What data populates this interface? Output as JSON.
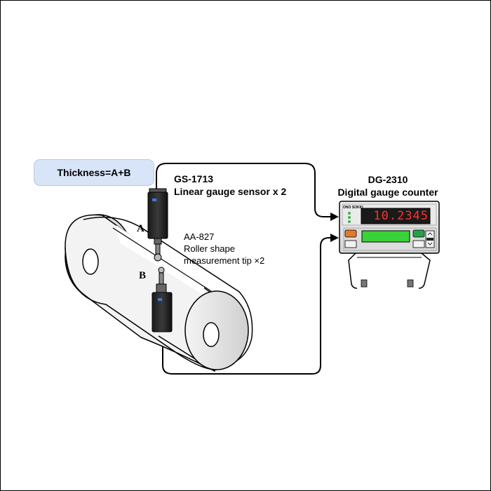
{
  "formula": "Thickness=A+B",
  "sensor": {
    "model": "GS-1713",
    "description": "Linear gauge sensor x 2"
  },
  "tip": {
    "model": "AA-827",
    "line1": "Roller shape",
    "line2": "measurement tip ×2"
  },
  "counter": {
    "model": "DG-2310",
    "description": "Digital gauge counter",
    "display_value": "10.2345",
    "brand": "ONO SOKKI"
  },
  "points": {
    "a": "A",
    "b": "B"
  },
  "colors": {
    "formula_box": "#d8e4f7",
    "led_display": "#ff3030",
    "lcd_display": "#39d23a",
    "reset_button": "#e07a2a",
    "menu_button": "#26a04a"
  }
}
